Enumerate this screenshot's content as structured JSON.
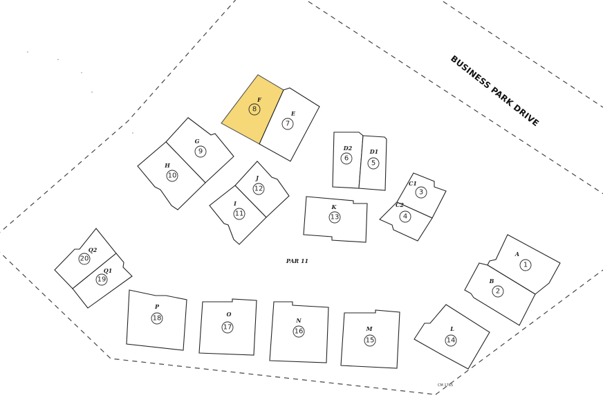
{
  "street_name": "BUSINESS PARK DRIVE",
  "parcel_label": "PAR 11",
  "map_ref": "CM 1765",
  "highlight_color": "#f6d878",
  "buildings": {
    "A": {
      "letter": "A",
      "number": "1",
      "highlighted": false
    },
    "B": {
      "letter": "B",
      "number": "2",
      "highlighted": false
    },
    "C1": {
      "letter": "C1",
      "number": "3",
      "highlighted": false
    },
    "C2": {
      "letter": "C2",
      "number": "4",
      "highlighted": false
    },
    "D1": {
      "letter": "D1",
      "number": "5",
      "highlighted": false
    },
    "D2": {
      "letter": "D2",
      "number": "6",
      "highlighted": false
    },
    "E": {
      "letter": "E",
      "number": "7",
      "highlighted": false
    },
    "F": {
      "letter": "F",
      "number": "8",
      "highlighted": true
    },
    "G": {
      "letter": "G",
      "number": "9",
      "highlighted": false
    },
    "H": {
      "letter": "H",
      "number": "10",
      "highlighted": false
    },
    "I": {
      "letter": "I",
      "number": "11",
      "highlighted": false
    },
    "J": {
      "letter": "J",
      "number": "12",
      "highlighted": false
    },
    "K": {
      "letter": "K",
      "number": "13",
      "highlighted": false
    },
    "L": {
      "letter": "L",
      "number": "14",
      "highlighted": false
    },
    "M": {
      "letter": "M",
      "number": "15",
      "highlighted": false
    },
    "N": {
      "letter": "N",
      "number": "16",
      "highlighted": false
    },
    "O": {
      "letter": "O",
      "number": "17",
      "highlighted": false
    },
    "P": {
      "letter": "P",
      "number": "18",
      "highlighted": false
    },
    "Q1": {
      "letter": "Q1",
      "number": "19",
      "highlighted": false
    },
    "Q2": {
      "letter": "Q2",
      "number": "20",
      "highlighted": false
    }
  }
}
